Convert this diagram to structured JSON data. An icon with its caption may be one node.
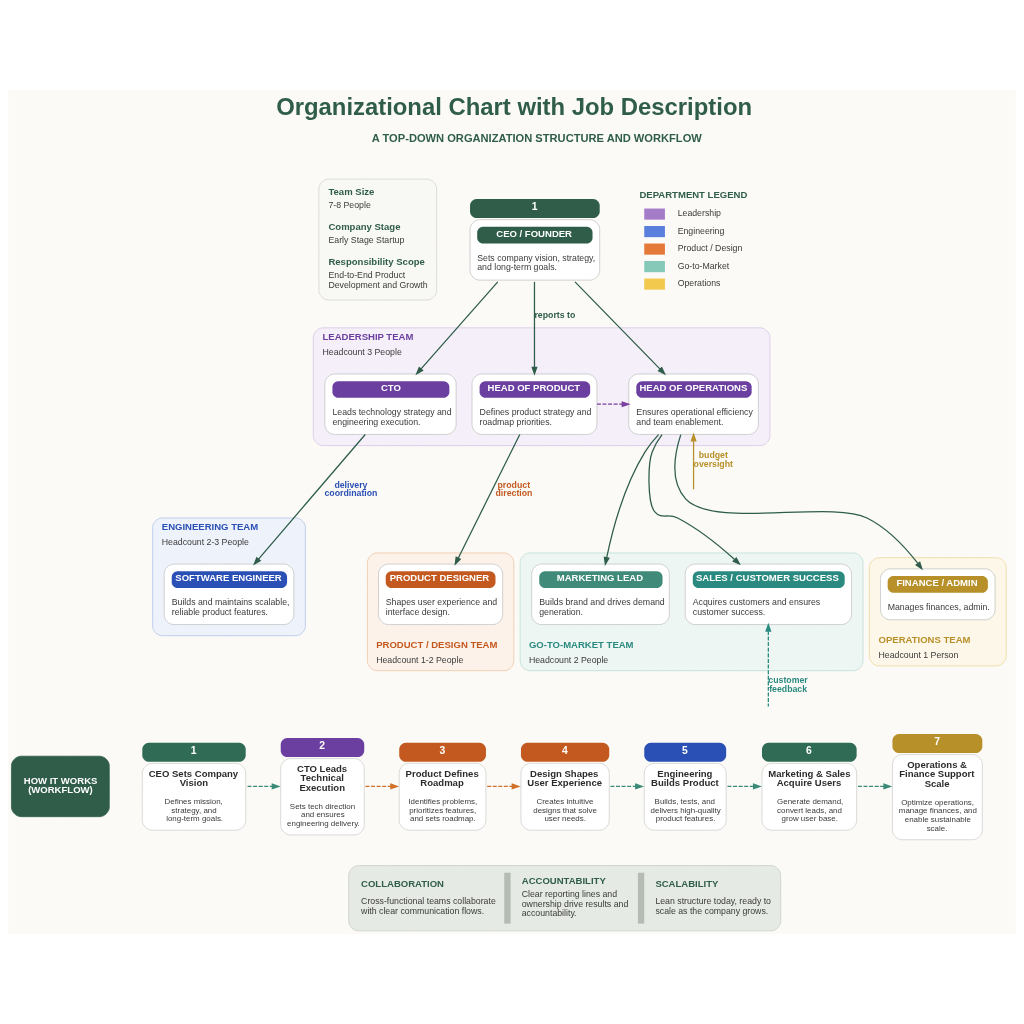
{
  "diagram": {
    "title": "Organizational Chart with Job Description",
    "nodes": [
      {
        "text": [
          "Team Size",
          "7-8 People",
          "Company Stage",
          "Early Stage Startup",
          "Responsibility Scope",
          "End-to-End Product Development and Growth"
        ]
      },
      {
        "text": [
          "CEO / FOUNDER",
          "Sets company vision, strategy, and long-term goals."
        ],
        "beside": [
          "1"
        ]
      },
      {
        "text": [
          "LEADERSHIP TEAM",
          "Headcount 3 People"
        ]
      },
      {
        "text": [
          "CTO",
          "Leads technology strategy and engineering execution."
        ],
        "in": 2
      },
      {
        "text": [
          "HEAD OF PRODUCT",
          "Defines product strategy and roadmap priorities."
        ],
        "in": 2
      },
      {
        "text": [
          "HEAD OF OPERATIONS",
          "Ensures operational efficiency and team enablement."
        ],
        "in": 2
      },
      {
        "text": [
          "ENGINEERING TEAM",
          "Headcount 2-3 People"
        ]
      },
      {
        "text": [
          "SOFTWARE ENGINEER",
          "Builds and maintains scalable, reliable product features."
        ],
        "in": 6
      },
      {
        "text": [
          "PRODUCT / DESIGN TEAM",
          "Headcount 1-2 People"
        ]
      },
      {
        "text": [
          "PRODUCT DESIGNER",
          "Shapes user experience and interface design."
        ],
        "in": 8
      },
      {
        "text": [
          "GO-TO-MARKET TEAM",
          "Headcount 2 People"
        ]
      },
      {
        "text": [
          "MARKETING LEAD",
          "Builds brand and drives demand generation."
        ],
        "in": 10
      },
      {
        "text": [
          "SALES / CUSTOMER SUCCESS",
          "Acquires customers and ensures customer success."
        ],
        "in": 10
      },
      {
        "text": [
          "OPERATIONS TEAM",
          "Headcount 1 Person"
        ]
      },
      {
        "text": [
          "FINANCE / ADMIN",
          "Manages finances, admin."
        ],
        "in": 13
      },
      {
        "text": [
          "HOW IT WORKS (WORKFLOW)"
        ]
      },
      {
        "text": [
          "CEO Sets Company Vision",
          "Defines mission, strategy, and long-term goals."
        ],
        "beside": [
          "1"
        ]
      },
      {
        "text": [
          "CTO Leads Technical Execution",
          "Sets tech direction and ensures engineering delivery."
        ],
        "beside": [
          "2"
        ]
      },
      {
        "text": [
          "Product Defines Roadmap",
          "Identifies problems, prioritizes features, and sets roadmap."
        ],
        "beside": [
          "3"
        ]
      },
      {
        "text": [
          "Design Shapes User Experience",
          "Creates intuitive designs that solve user needs."
        ],
        "beside": [
          "4"
        ]
      },
      {
        "text": [
          "Engineering Builds Product",
          "Builds, tests, and delivers high-quality product features."
        ],
        "beside": [
          "5"
        ]
      },
      {
        "text": [
          "Marketing & Sales Acquire Users",
          "Generate demand, convert leads, and grow user base."
        ],
        "beside": [
          "6"
        ]
      },
      {
        "text": [
          "Operations & Finance Support Scale",
          "Optimize operations, manage finances, and enable sustainable scale."
        ],
        "beside": [
          "7"
        ]
      },
      {
        "text": [
          "COLLABORATION",
          "Cross-functional teams collaborate with clear communication flows.",
          "ACCOUNTABILITY",
          "Clear reporting lines and ownership drive results and accountability.",
          "SCALABILITY",
          "Lean structure today, ready to scale as the company grows."
        ]
      }
    ],
    "edges": [
      {
        "from": 1,
        "to": 3,
        "arrow": "to"
      },
      {
        "from": 1,
        "to": 4,
        "arrow": "to",
        "label": "reports to"
      },
      {
        "from": 1,
        "to": 5,
        "arrow": "to"
      },
      {
        "from": 4,
        "to": 5,
        "arrow": "to",
        "style": "dashed",
        "color": "#7b3fa0"
      },
      {
        "from": 3,
        "to": 7,
        "arrow": "to",
        "label": "delivery coordination"
      },
      {
        "from": 4,
        "to": 9,
        "arrow": "to",
        "label": "product direction"
      },
      {
        "from": 5,
        "to": 11,
        "arrow": "to"
      },
      {
        "from": 5,
        "to": 12,
        "arrow": "to"
      },
      {
        "from": 5,
        "to": 14,
        "arrow": "to"
      },
      {
        "from": null,
        "to": 5,
        "arrow": "to",
        "label": "budget oversight",
        "color": "#b8902a"
      },
      {
        "from": null,
        "to": 12,
        "arrow": "to",
        "label": "customer feedback",
        "style": "dashed",
        "color": "#2a8a80"
      },
      {
        "from": 16,
        "to": 17,
        "arrow": "to",
        "style": "dashed",
        "color": "#3a8a78"
      },
      {
        "from": 17,
        "to": 18,
        "arrow": "to",
        "style": "dashed",
        "color": "#d0702a"
      },
      {
        "from": 18,
        "to": 19,
        "arrow": "to",
        "style": "dashed",
        "color": "#d0702a"
      },
      {
        "from": 19,
        "to": 20,
        "arrow": "to",
        "style": "dashed",
        "color": "#3a8a78"
      },
      {
        "from": 20,
        "to": 21,
        "arrow": "to",
        "style": "dashed",
        "color": "#3a8a78"
      },
      {
        "from": 21,
        "to": 22,
        "arrow": "to",
        "style": "dashed",
        "color": "#3a8a78"
      }
    ],
    "labels": [
      "A TOP-DOWN ORGANIZATION STRUCTURE AND WORKFLOW",
      "DEPARTMENT LEGEND"
    ],
    "legend": [
      {
        "text": "Leadership",
        "color": "#a57cc8"
      },
      {
        "text": "Engineering",
        "color": "#5a7fdc"
      },
      {
        "text": "Product / Design",
        "color": "#e5793a"
      },
      {
        "text": "Go-to-Market",
        "color": "#86c9b9"
      },
      {
        "text": "Operations",
        "color": "#f2c94c"
      }
    ]
  }
}
